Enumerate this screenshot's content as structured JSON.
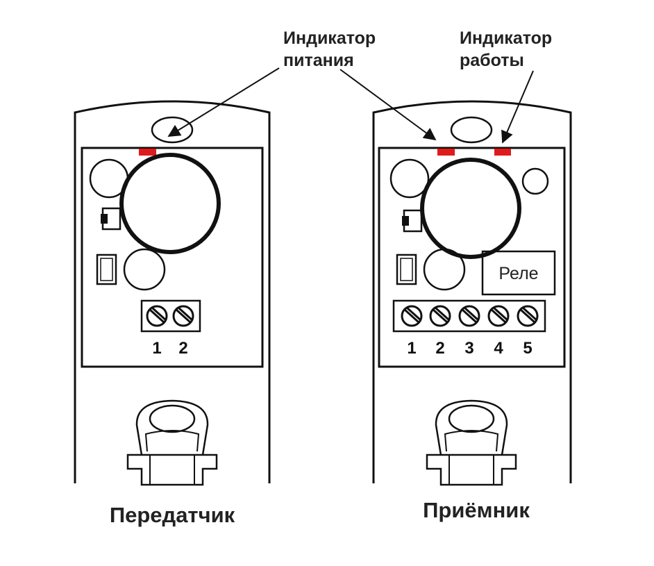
{
  "callouts": {
    "power_indicator": [
      "Индикатор",
      "питания"
    ],
    "work_indicator": [
      "Индикатор",
      "работы"
    ]
  },
  "transmitter": {
    "caption": "Передатчик",
    "terminals": [
      "1",
      "2"
    ]
  },
  "receiver": {
    "caption": "Приёмник",
    "relay_label": "Реле",
    "terminals": [
      "1",
      "2",
      "3",
      "4",
      "5"
    ]
  },
  "colors": {
    "led": "#e01b1b",
    "outline": "#111111",
    "background": "#ffffff"
  },
  "icons": [
    "led-indicator",
    "lens-circle",
    "screw-terminal",
    "mounting-clip"
  ]
}
